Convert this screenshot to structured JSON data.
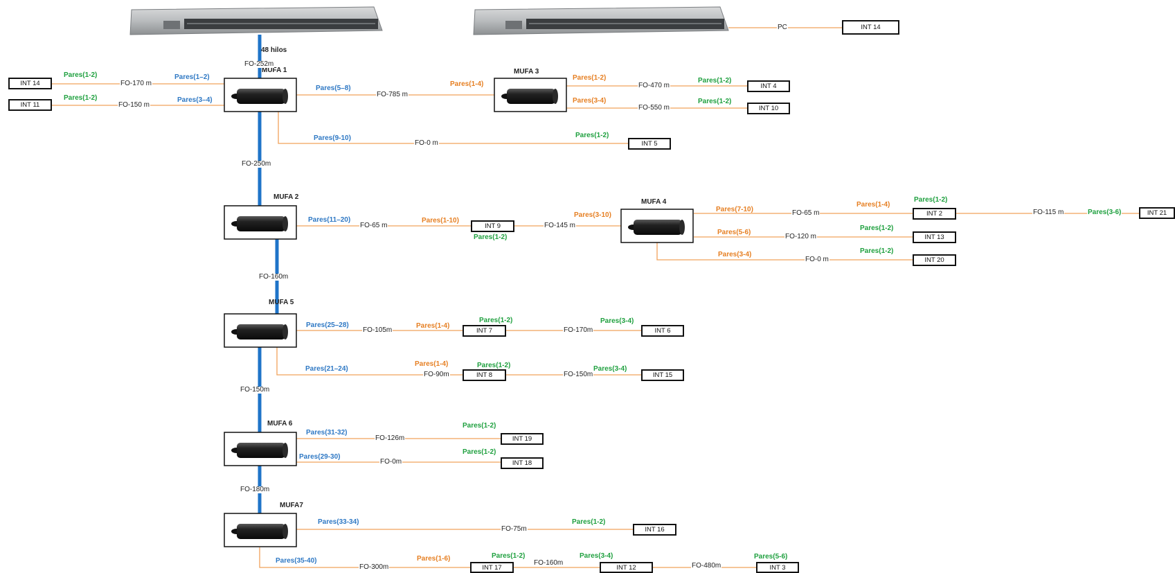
{
  "trunk": {
    "strands_label": "48 hilos"
  },
  "mufas": [
    {
      "id": "mufa1",
      "label": "MUFA 1"
    },
    {
      "id": "mufa2",
      "label": "MUFA 2"
    },
    {
      "id": "mufa3",
      "label": "MUFA 3"
    },
    {
      "id": "mufa4",
      "label": "MUFA 4"
    },
    {
      "id": "mufa5",
      "label": "MUFA 5"
    },
    {
      "id": "mufa6",
      "label": "MUFA 6"
    },
    {
      "id": "mufa7",
      "label": "MUFA7"
    }
  ],
  "terminals": [
    {
      "id": "int14a",
      "label": "INT 14"
    },
    {
      "id": "int14b",
      "label": "INT 14"
    },
    {
      "id": "int11",
      "label": "INT 11"
    },
    {
      "id": "int4",
      "label": "INT 4"
    },
    {
      "id": "int10",
      "label": "INT 10"
    },
    {
      "id": "int5",
      "label": "INT 5"
    },
    {
      "id": "int9",
      "label": "INT 9"
    },
    {
      "id": "int2",
      "label": "INT 2"
    },
    {
      "id": "int21",
      "label": "INT 21"
    },
    {
      "id": "int13",
      "label": "INT 13"
    },
    {
      "id": "int20",
      "label": "INT 20"
    },
    {
      "id": "int7",
      "label": "INT 7"
    },
    {
      "id": "int6",
      "label": "INT 6"
    },
    {
      "id": "int8",
      "label": "INT 8"
    },
    {
      "id": "int15",
      "label": "INT 15"
    },
    {
      "id": "int19",
      "label": "INT 19"
    },
    {
      "id": "int18",
      "label": "INT 18"
    },
    {
      "id": "int16",
      "label": "INT 16"
    },
    {
      "id": "int17",
      "label": "INT 17"
    },
    {
      "id": "int12",
      "label": "INT 12"
    },
    {
      "id": "int3",
      "label": "INT 3"
    }
  ],
  "fiber_labels": [
    "FO-252m",
    "FO-170 m",
    "FO-150 m",
    "FO-785 m",
    "FO-470 m",
    "FO-550 m",
    "FO-0 m",
    "FO-250m",
    "FO-65 m",
    "FO-145 m",
    "FO-65 m",
    "FO-115 m",
    "FO-120 m",
    "FO-0 m",
    "FO-160m",
    "FO-105m",
    "FO-170m",
    "FO-90m",
    "FO-150m",
    "FO-150m",
    "FO-126m",
    "FO-0m",
    "FO-180m",
    "FO-75m",
    "FO-300m",
    "FO-160m",
    "FO-480m",
    "PC"
  ],
  "pair_labels": [
    "Pares(1-2)",
    "Pares(1-2)",
    "Pares(1–2)",
    "Pares(3–4)",
    "Pares(5–8)",
    "Pares(9-10)",
    "Pares(1-4)",
    "Pares(1-2)",
    "Pares(3-4)",
    "Pares(1-2)",
    "Pares(1-2)",
    "Pares(1-2)",
    "Pares(11–20)",
    "Pares(1-10)",
    "Pares(1-2)",
    "Pares(3-10)",
    "Pares(7-10)",
    "Pares(1-4)",
    "Pares(1-2)",
    "Pares(3-6)",
    "Pares(5-6)",
    "Pares(1-2)",
    "Pares(3-4)",
    "Pares(1-2)",
    "Pares(25–28)",
    "Pares(1-4)",
    "Pares(1-2)",
    "Pares(3-4)",
    "Pares(21–24)",
    "Pares(1-4)",
    "Pares(1-2)",
    "Pares(3-4)",
    "Pares(31-32)",
    "Pares(1-2)",
    "Pares(29-30)",
    "Pares(1-2)",
    "Pares(33-34)",
    "Pares(1-2)",
    "Pares(35-40)",
    "Pares(1-6)",
    "Pares(1-2)",
    "Pares(3-4)",
    "Pares(5-6)"
  ],
  "colors": {
    "trunk": "#1f74c8",
    "fiber": "#f0a25a",
    "pairs_green": "#1fa03f",
    "pairs_blue": "#2e78c4",
    "pairs_orange": "#e67f22"
  }
}
